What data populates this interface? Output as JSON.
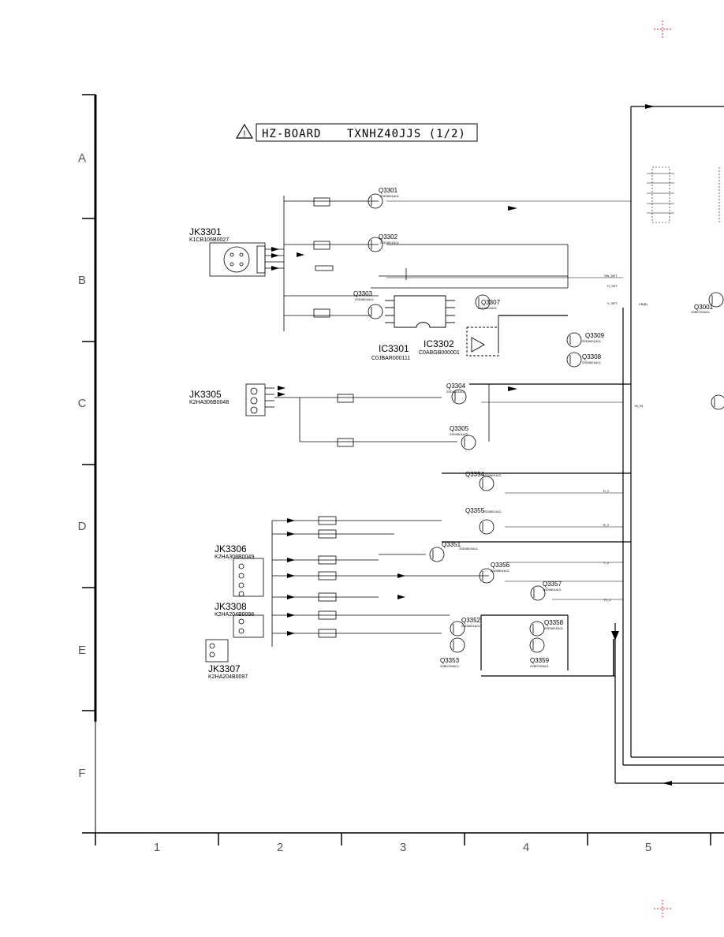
{
  "title_block": {
    "warning_symbol": "!",
    "board": "HZ-BOARD",
    "model": "TXNHZ40JJS (1/2)"
  },
  "grid": {
    "rows": [
      "A",
      "B",
      "C",
      "D",
      "E",
      "F"
    ],
    "columns": [
      "1",
      "2",
      "3",
      "4",
      "5"
    ]
  },
  "connectors": [
    {
      "ref": "JK3301",
      "part": "K1CB106B0027"
    },
    {
      "ref": "JK3305",
      "part": "K2HA306B0048"
    },
    {
      "ref": "JK3306",
      "part": "K2HA308B0049"
    },
    {
      "ref": "JK3308",
      "part": "K2HA204B0096"
    },
    {
      "ref": "JK3307",
      "part": "K2HA204B0097"
    }
  ],
  "ics": [
    {
      "ref": "IC3301",
      "part": "C0JBAR000111"
    },
    {
      "ref": "IC3302",
      "part": "C0ABGB000001"
    }
  ],
  "transistors": [
    {
      "ref": "Q3301",
      "part": "2SD0601ACL"
    },
    {
      "ref": "Q3302",
      "part": "2SD0601ACL"
    },
    {
      "ref": "Q3303",
      "part": "2SD0601ACL"
    },
    {
      "ref": "Q3307",
      "part": "2SD0601ACL"
    },
    {
      "ref": "Q3309",
      "part": "2SD0601ACL"
    },
    {
      "ref": "Q3308",
      "part": "2SD0601ACL"
    },
    {
      "ref": "Q3304",
      "part": "2SD0601ACL"
    },
    {
      "ref": "Q3305",
      "part": "2SD0601ACL"
    },
    {
      "ref": "Q3354",
      "part": "2SD0601ACL"
    },
    {
      "ref": "Q3355",
      "part": "2SD0601ACL"
    },
    {
      "ref": "Q3351",
      "part": "2SD0601ACL"
    },
    {
      "ref": "Q3356",
      "part": "2SD0601ACL"
    },
    {
      "ref": "Q3357",
      "part": "2SD0601ACL"
    },
    {
      "ref": "Q3358",
      "part": "2SD0601ACL"
    },
    {
      "ref": "Q3359",
      "part": "2SB0709ACL"
    },
    {
      "ref": "Q3353",
      "part": "2SB0709ACL"
    },
    {
      "ref": "Q3352",
      "part": "2SD0601ACL"
    },
    {
      "ref": "Q3001",
      "part": "2SB0709ACL"
    }
  ],
  "net_labels": [
    "SW_DET",
    "H_SET",
    "V_SET",
    "CB(B)",
    "YA_IN",
    "TV_2",
    "Y_2",
    "B_2",
    "R_2"
  ],
  "colors": {
    "ink": "#000000",
    "paper": "#ffffff",
    "crosshair": "#e02020"
  }
}
